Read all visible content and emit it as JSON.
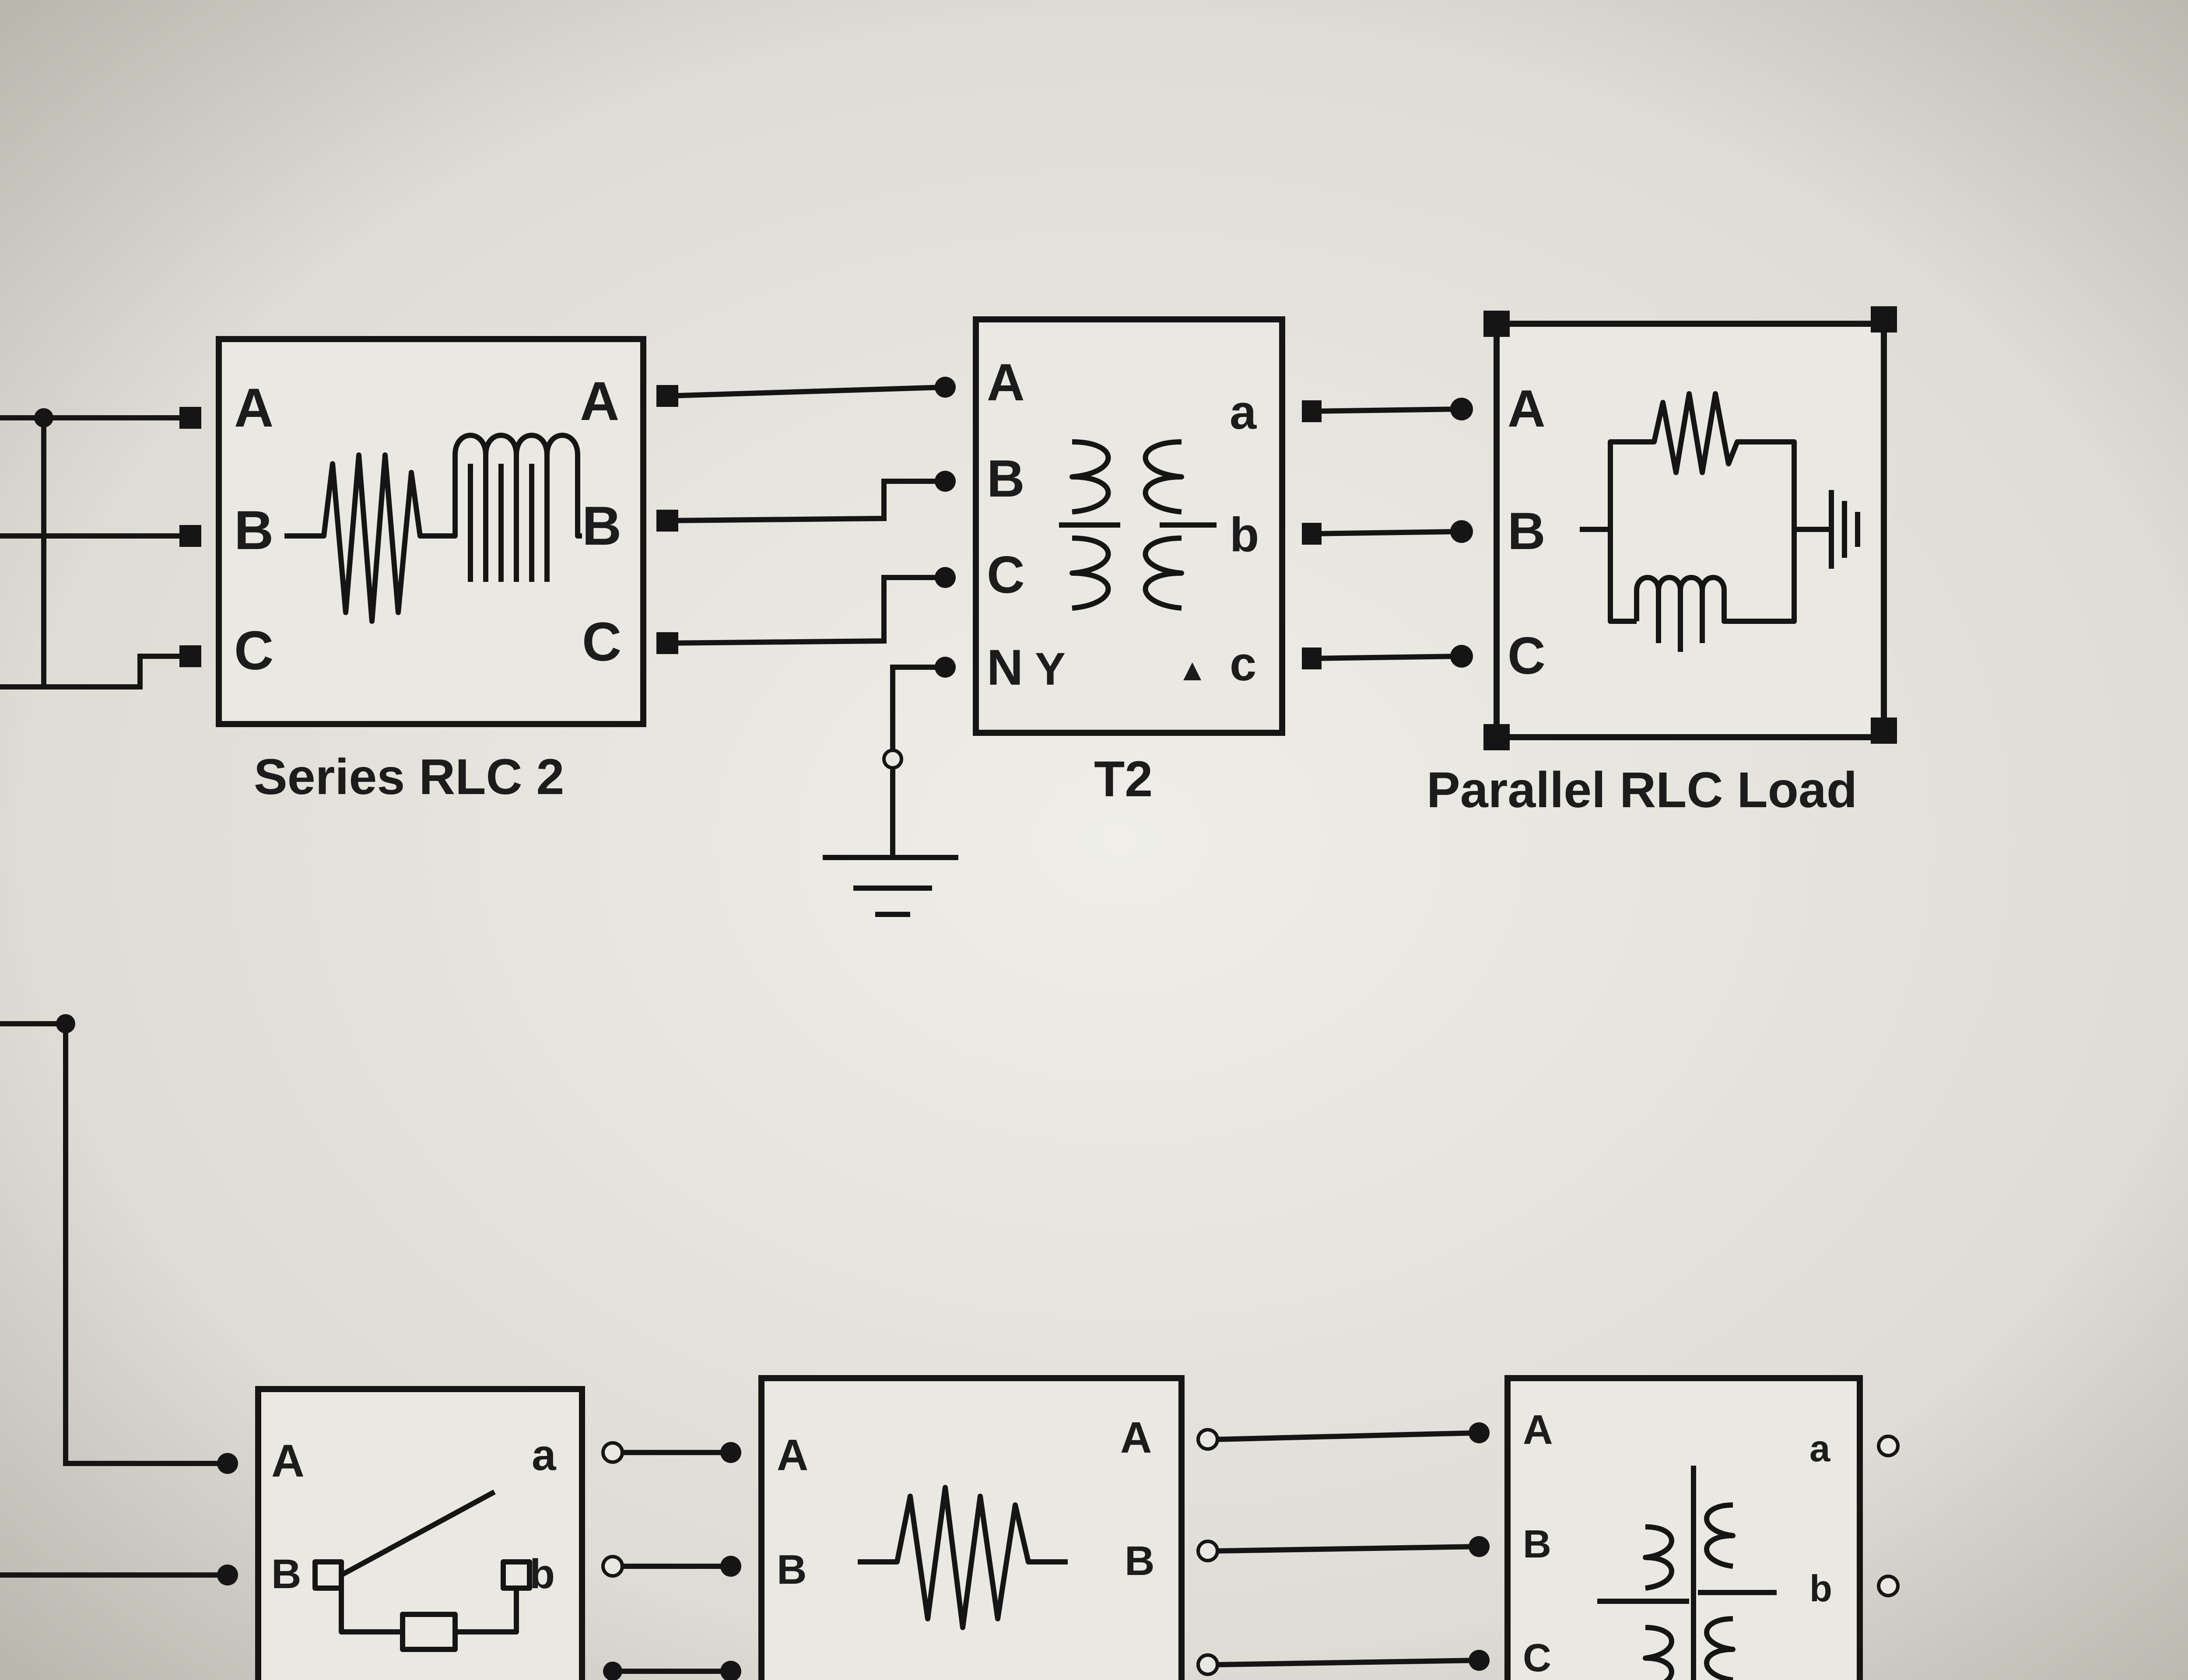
{
  "blocks": {
    "series_rlc_2": {
      "name": "Series RLC 2",
      "in_ports": [
        "A",
        "B",
        "C"
      ],
      "out_ports": [
        "A",
        "B",
        "C"
      ]
    },
    "t2": {
      "name": "T2",
      "in_ports": [
        "A",
        "B",
        "C",
        "N"
      ],
      "out_ports": [
        "a",
        "b",
        "c"
      ],
      "wye_symbol": "Y",
      "delta_symbol": "▲"
    },
    "parallel_rlc_load": {
      "name": "Parallel RLC Load",
      "ports": [
        "A",
        "B",
        "C"
      ]
    },
    "breaker": {
      "in_ports": [
        "A",
        "B"
      ],
      "out_ports": [
        "a",
        "b"
      ]
    },
    "series_rlc_lower": {
      "in_ports": [
        "A",
        "B"
      ],
      "out_ports": [
        "A",
        "B"
      ]
    },
    "transformer_lower": {
      "in_ports": [
        "A",
        "B",
        "C"
      ],
      "out_ports": [
        "a",
        "b"
      ]
    }
  },
  "colors": {
    "background": "#dcdbd4",
    "ink": "#151515"
  }
}
